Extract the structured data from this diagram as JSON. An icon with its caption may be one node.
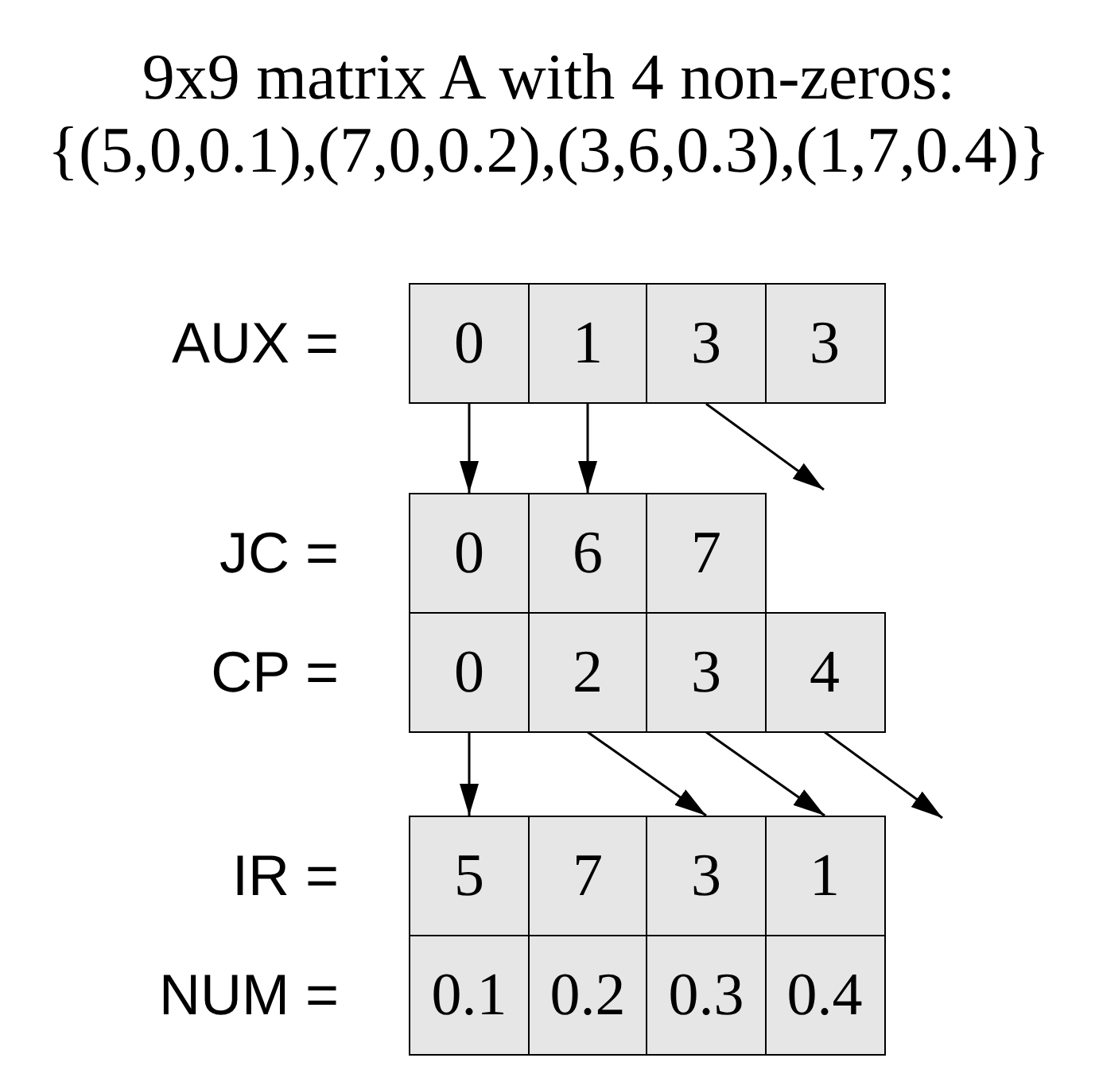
{
  "diagram": {
    "title": "9x9 matrix A with 4 non-zeros: {(5,0,0.1),(7,0,0.2),(3,6,0.3),(1,7,0.4)}",
    "nodes": [
      {
        "text": [
          "0"
        ]
      },
      {
        "text": [
          "1"
        ]
      },
      {
        "text": [
          "3"
        ]
      },
      {
        "text": [
          "3"
        ]
      },
      {
        "text": [
          "0"
        ]
      },
      {
        "text": [
          "6"
        ]
      },
      {
        "text": [
          "7"
        ]
      },
      {
        "text": [
          "0"
        ]
      },
      {
        "text": [
          "2"
        ]
      },
      {
        "text": [
          "3"
        ]
      },
      {
        "text": [
          "4"
        ]
      },
      {
        "text": [
          "5"
        ]
      },
      {
        "text": [
          "7"
        ]
      },
      {
        "text": [
          "3"
        ]
      },
      {
        "text": [
          "1"
        ]
      },
      {
        "text": [
          "0.1"
        ]
      },
      {
        "text": [
          "0.2"
        ]
      },
      {
        "text": [
          "0.3"
        ]
      },
      {
        "text": [
          "0.4"
        ]
      }
    ],
    "edges": [
      {
        "from": 0,
        "to": 4,
        "arrow": "to"
      },
      {
        "from": 1,
        "to": 5,
        "arrow": "to"
      },
      {
        "from": 2,
        "to": null,
        "arrow": "to"
      },
      {
        "from": 7,
        "to": 11,
        "arrow": "to"
      },
      {
        "from": 8,
        "to": 13,
        "arrow": "to"
      },
      {
        "from": 9,
        "to": 14,
        "arrow": "to"
      },
      {
        "from": 10,
        "to": null,
        "arrow": "to"
      }
    ],
    "labels": [
      "AUX =",
      "JC =",
      "CP =",
      "IR =",
      "NUM ="
    ]
  }
}
